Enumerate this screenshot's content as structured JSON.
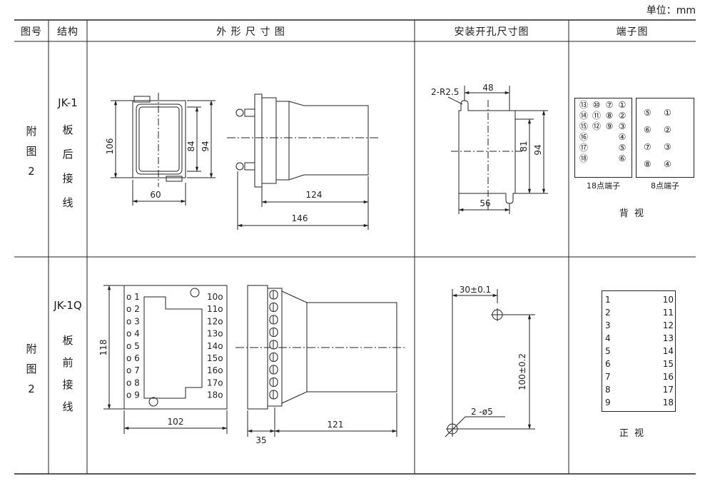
{
  "unit_label": "单位：mm",
  "headers": {
    "fig_no": "图号",
    "structure": "结构",
    "outline": "外 形 尺 寸 图",
    "mount": "安装开孔尺寸图",
    "terminal": "端子图"
  },
  "row1": {
    "fig": [
      "附",
      "图",
      "2"
    ],
    "model": "JK-1",
    "wiring": [
      "板",
      "后",
      "接",
      "线"
    ],
    "dims": {
      "width_60": "60",
      "height_106": "106",
      "height_84": "84",
      "height_94": "94",
      "len_124": "124",
      "len_146": "146",
      "radius": "2-R2.5",
      "cut_48": "48",
      "cut_81": "81",
      "cut_94": "94",
      "cut_56": "56"
    },
    "terminal_18": {
      "rows": [
        [
          "⑬",
          "⑩",
          "⑦",
          "①"
        ],
        [
          "⑭",
          "⑪",
          "⑧",
          "②"
        ],
        [
          "⑮",
          "⑫",
          "⑨",
          "③"
        ],
        [
          "⑯",
          "",
          "",
          "④"
        ],
        [
          "⑰",
          "",
          "",
          "⑤"
        ],
        [
          "⑱",
          "",
          "",
          "⑥"
        ]
      ],
      "caption": "18点端子"
    },
    "terminal_8": {
      "rows": [
        [
          "⑤",
          "①"
        ],
        [
          "⑥",
          "②"
        ],
        [
          "⑦",
          "③"
        ],
        [
          "⑧",
          "④"
        ]
      ],
      "caption": "8点端子"
    },
    "view": "背 视"
  },
  "row2": {
    "fig": [
      "附",
      "图",
      "2"
    ],
    "model": "JK-1Q",
    "wiring": [
      "板",
      "前",
      "接",
      "线"
    ],
    "left_pins": [
      "o 1",
      "o 2",
      "o 3",
      "o 4",
      "o 5",
      "o 6",
      "o 7",
      "o 8",
      "o 9"
    ],
    "right_pins": [
      "10o",
      "11o",
      "12o",
      "13o",
      "14o",
      "15o",
      "16o",
      "17o",
      "18o"
    ],
    "dims": {
      "height_118": "118",
      "width_102": "102",
      "len_35": "35",
      "len_121": "121",
      "hole_spacing": "30±0.1",
      "hole_height": "100±0.2",
      "holes": "2 -ø5"
    },
    "terminal_rows": [
      [
        "1",
        "10"
      ],
      [
        "2",
        "11"
      ],
      [
        "3",
        "12"
      ],
      [
        "4",
        "13"
      ],
      [
        "5",
        "14"
      ],
      [
        "6",
        "15"
      ],
      [
        "7",
        "16"
      ],
      [
        "8",
        "17"
      ],
      [
        "9",
        "18"
      ]
    ],
    "view": "正 视"
  }
}
